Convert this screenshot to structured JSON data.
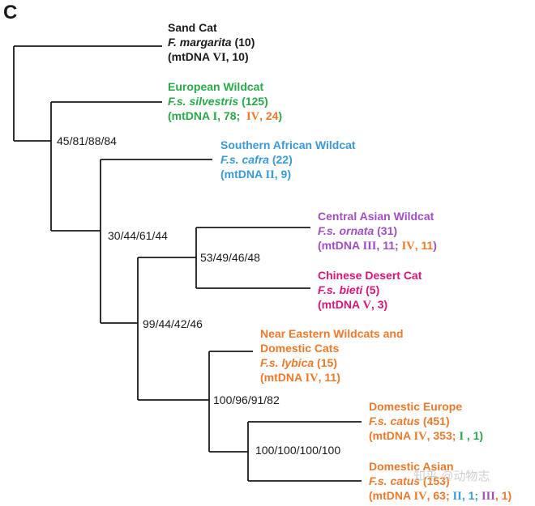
{
  "panel_label": "C",
  "colors": {
    "black": "#1a1a1a",
    "green": "#2aa84a",
    "blue": "#3a9ad9",
    "purple": "#a04fc0",
    "magenta": "#d6167a",
    "orange": "#ec7a2c"
  },
  "supports": {
    "n1": "45/81/88/84",
    "n2": "30/44/61/44",
    "n3": "53/49/46/48",
    "n4": "99/44/42/46",
    "n5": "100/96/91/82",
    "n6": "100/100/100/100"
  },
  "taxa": {
    "sand": {
      "name": "Sand Cat",
      "sci": "F. margarita",
      "count": "(10)",
      "mt_open": "(mtDNA ",
      "mt_a": "VI",
      "mt_a_n": ", 10)"
    },
    "euro": {
      "name": "European Wildcat",
      "sci": "F.s. silvestris",
      "count": "(125)",
      "mt_open": "(mtDNA ",
      "mt_a": "I",
      "mt_a_n": ", 78;",
      "mt_b": "IV",
      "mt_b_n": ", 24",
      "mt_close": ")"
    },
    "safr": {
      "name": "Southern African Wildcat",
      "sci": "F.s. cafra",
      "count": "(22)",
      "mt_open": "(mtDNA ",
      "mt_a": "II",
      "mt_a_n": ", 9)"
    },
    "casia": {
      "name": "Central Asian Wildcat",
      "sci": "F.s. ornata",
      "count": "(31)",
      "mt_open": "(mtDNA ",
      "mt_a": "III",
      "mt_a_n": ", 11;",
      "mt_b": "IV",
      "mt_b_n": ", 11",
      "mt_close": ")"
    },
    "cdes": {
      "name": "Chinese Desert Cat",
      "sci": "F.s. bieti",
      "count": "(5)",
      "mt_open": "(mtDNA ",
      "mt_a": "V",
      "mt_a_n": ", 3)"
    },
    "neast": {
      "name1": "Near Eastern Wildcats and",
      "name2": "Domestic Cats",
      "sci": "F.s. lybica",
      "count": "(15)",
      "mt_open": "(mtDNA ",
      "mt_a": "IV",
      "mt_a_n": ", 11)"
    },
    "deuro": {
      "name": "Domestic Europe",
      "sci": "F.s. catus",
      "count": "(451)",
      "mt_open": "(mtDNA ",
      "mt_a": "IV",
      "mt_a_n": ", 353;",
      "mt_b": "I",
      "mt_b_n": " , 1)"
    },
    "dasia": {
      "name": "Domestic Asian",
      "sci": "F.s. catus",
      "count": "(153)",
      "mt_open": "(mtDNA ",
      "mt_a": "IV",
      "mt_a_n": ", 63;",
      "mt_b": "II",
      "mt_b_n": ", 1;",
      "mt_c": "III",
      "mt_c_n": ", 1)"
    }
  },
  "watermark": "知乎 @动物志"
}
